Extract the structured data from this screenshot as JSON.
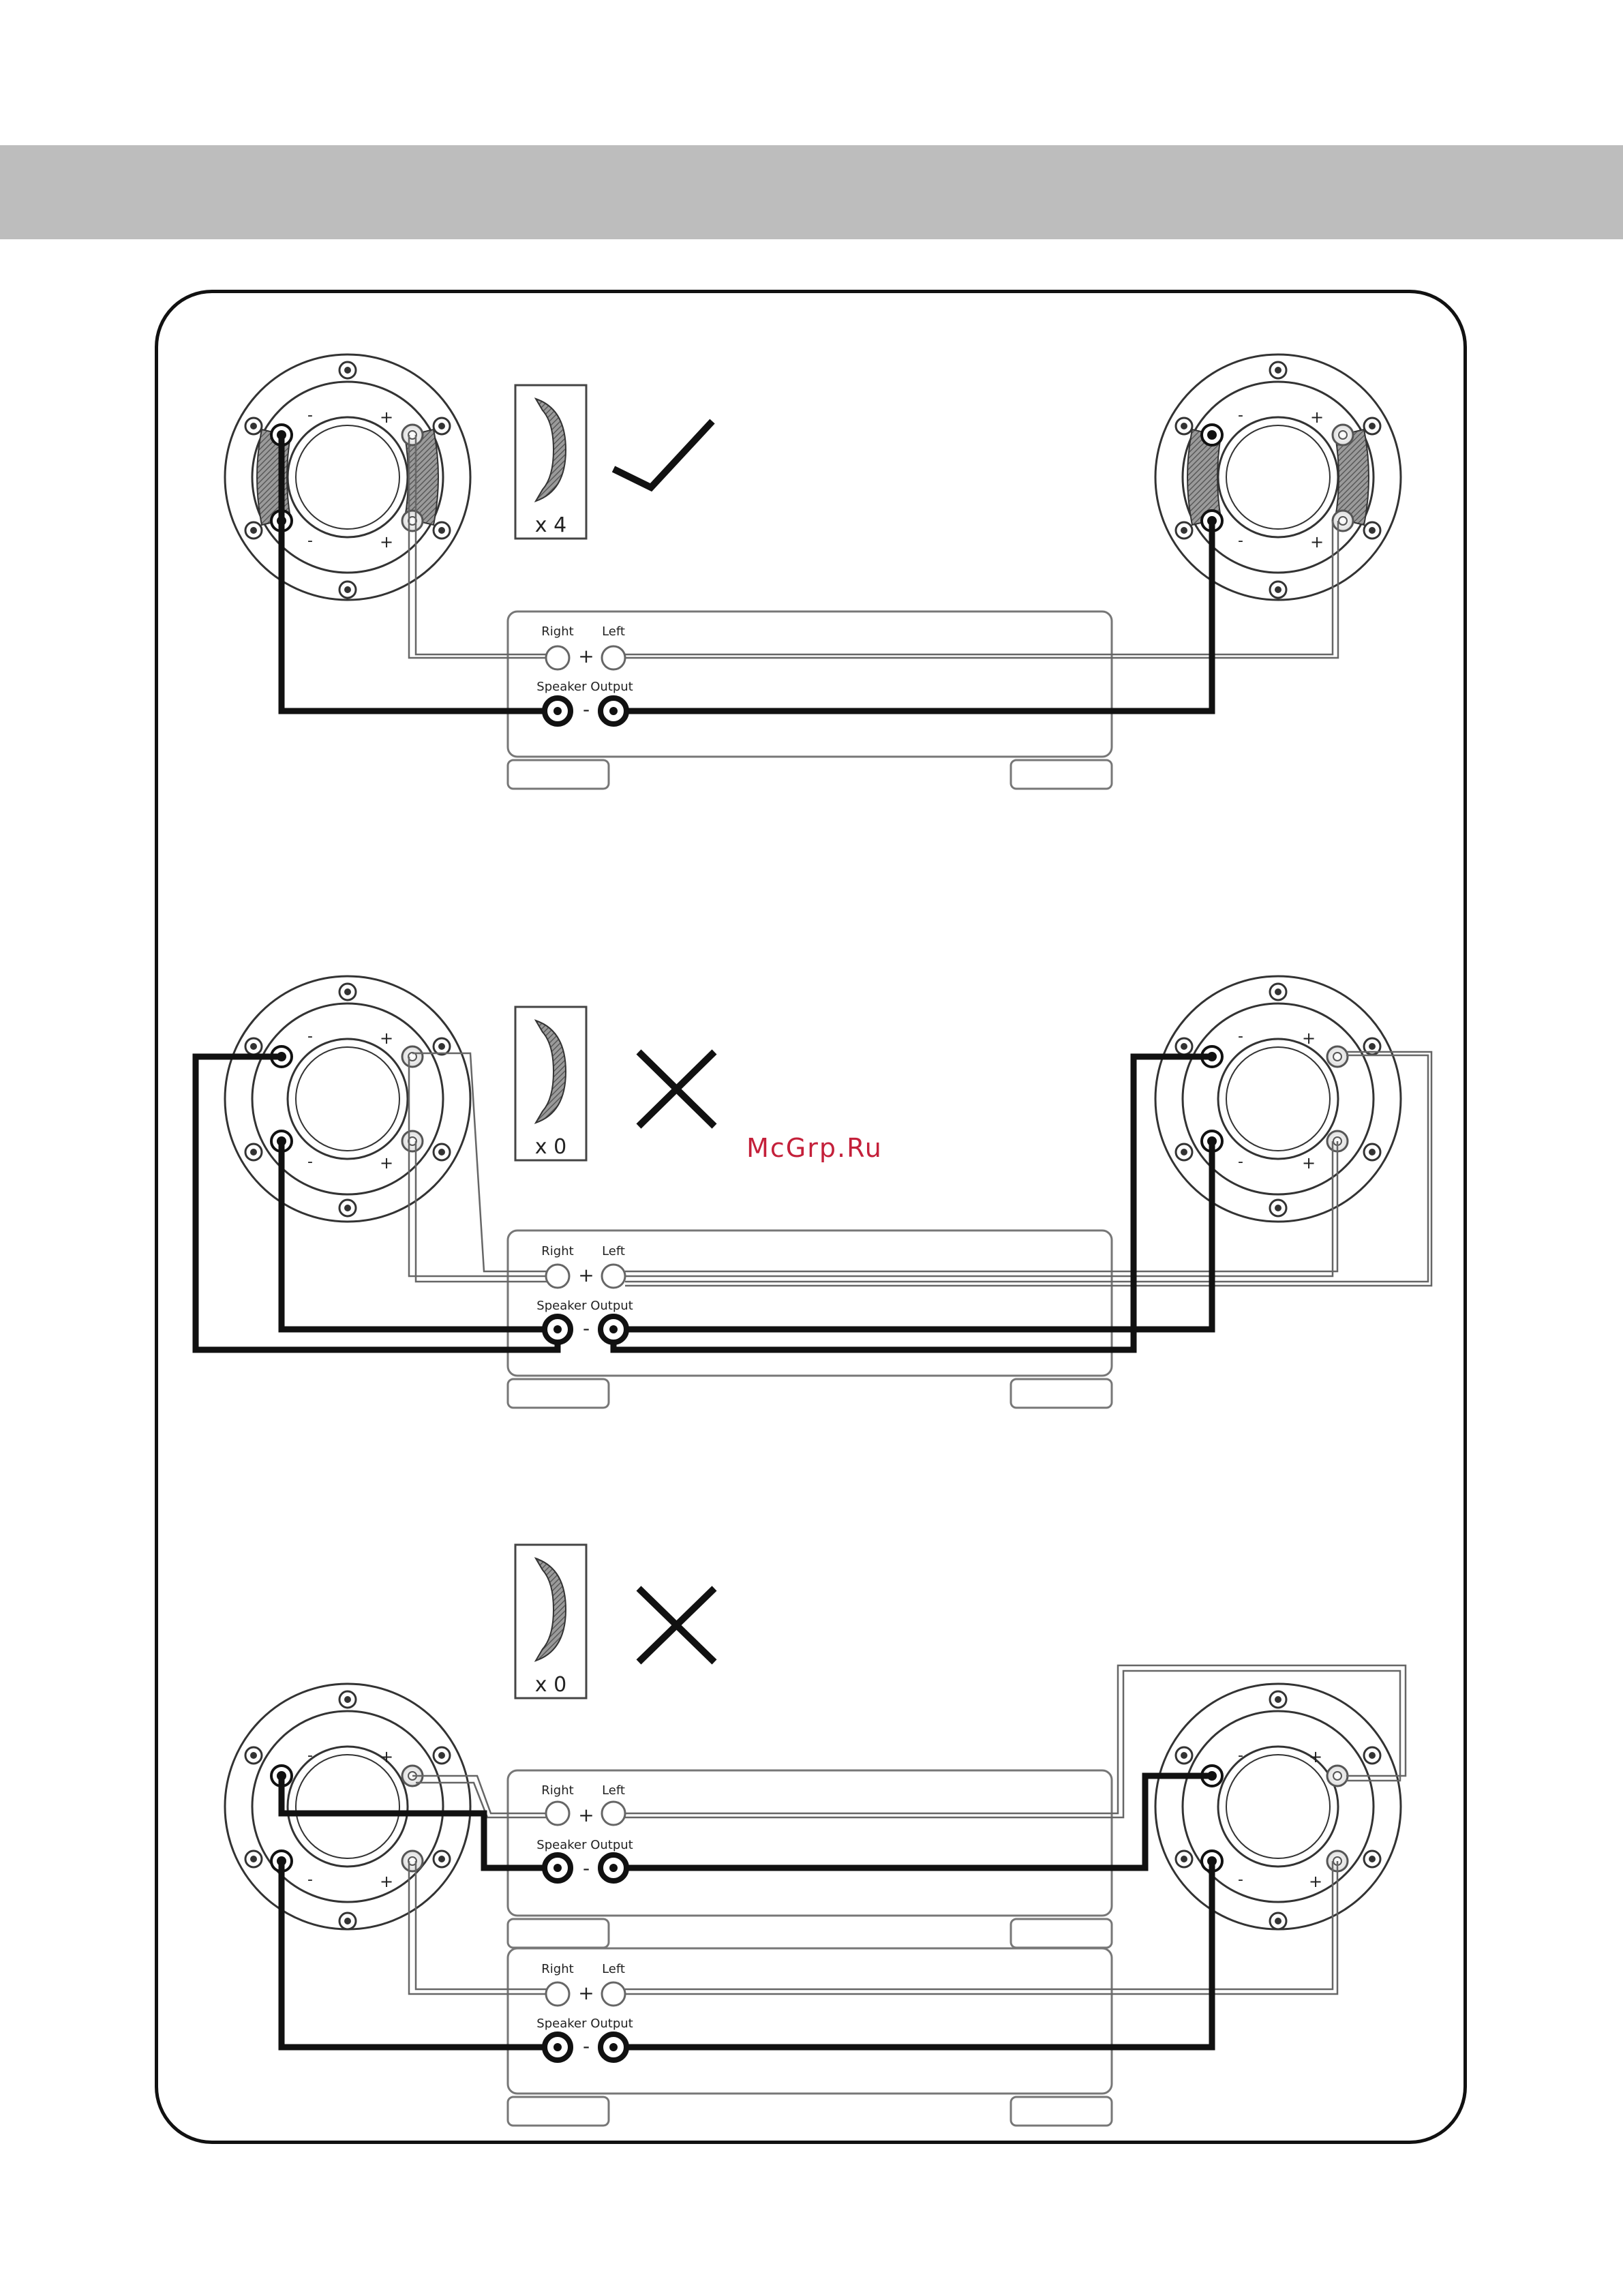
{
  "labels": {
    "right": "Right",
    "left": "Left",
    "plus": "+",
    "minus": "-",
    "speaker_output": "Speaker Output",
    "speaker_plus": "+",
    "speaker_minus": "-"
  },
  "diagrams": [
    {
      "bracket_count": "x 4",
      "verdict": "correct"
    },
    {
      "bracket_count": "x 0",
      "verdict": "incorrect"
    },
    {
      "bracket_count": "x 0",
      "verdict": "incorrect"
    }
  ],
  "watermark": "McGrp.Ru",
  "colors": {
    "band": "#bdbdbd",
    "line": "#111111",
    "watermark": "#c4203a"
  }
}
